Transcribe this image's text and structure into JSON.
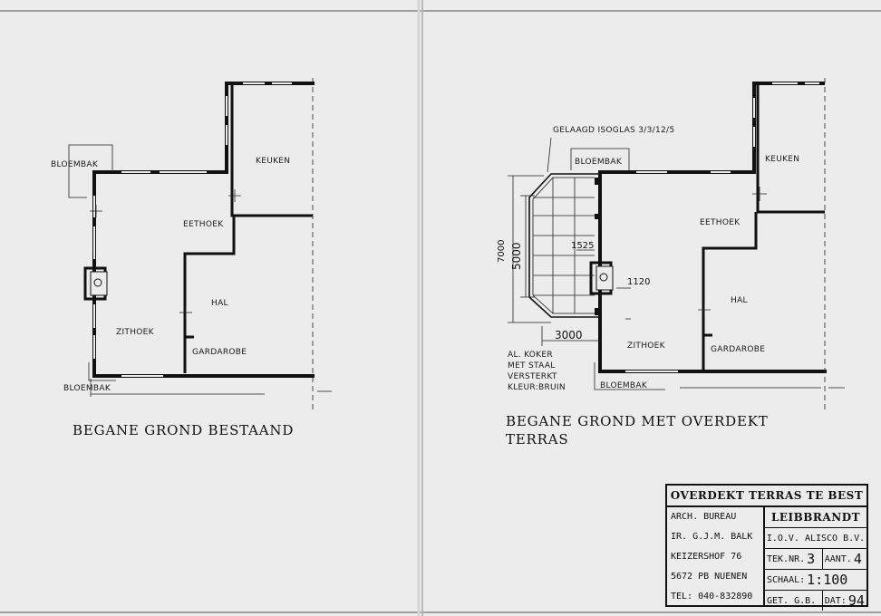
{
  "plans": {
    "existing": {
      "title": "BEGANE GROND BESTAAND",
      "rooms": {
        "keuken": "KEUKEN",
        "eethoek": "EETHOEK",
        "hal": "HAL",
        "zithoek": "ZITHOEK",
        "gardarobe": "GARDAROBE",
        "bloembak_top": "BLOEMBAK",
        "bloembak_bottom": "BLOEMBAK"
      }
    },
    "proposed": {
      "title_line1": "BEGANE GROND MET OVERDEKT",
      "title_line2": "TERRAS",
      "glazing_note": "GELAAGD ISOGLAS 3/3/12/5",
      "rooms": {
        "keuken": "KEUKEN",
        "eethoek": "EETHOEK",
        "hal": "HAL",
        "zithoek": "ZITHOEK",
        "gardarobe": "GARDAROBE",
        "bloembak_top": "BLOEMBAK",
        "bloembak_bottom": "BLOEMBAK"
      },
      "dimensions": {
        "d7000": "7000",
        "d5000": "5000",
        "d1525": "1525",
        "d1120": "1120",
        "d3000": "3000"
      },
      "koker_note": [
        "AL. KOKER",
        "MET STAAL",
        "VERSTERKT",
        "KLEUR:BRUIN"
      ]
    }
  },
  "title_block": {
    "project": "OVERDEKT TERRAS TE BEST",
    "left_lines": [
      "ARCH. BUREAU",
      "IR. G.J.M. BALK",
      "KEIZERSHOF 76",
      "5672 PB NUENEN",
      "TEL: 040-832890"
    ],
    "firm": "LEIBBRANDT",
    "client": "I.O.V. ALISCO B.V.",
    "tek_label": "TEK.NR.",
    "tek_value": "3",
    "aant_label": "AANT.",
    "aant_value": "4",
    "schaal_label": "SCHAAL:",
    "schaal_value": "1:100",
    "get_label": "GET. G.B.",
    "dat_label": "DAT:",
    "dat_value": "94"
  }
}
